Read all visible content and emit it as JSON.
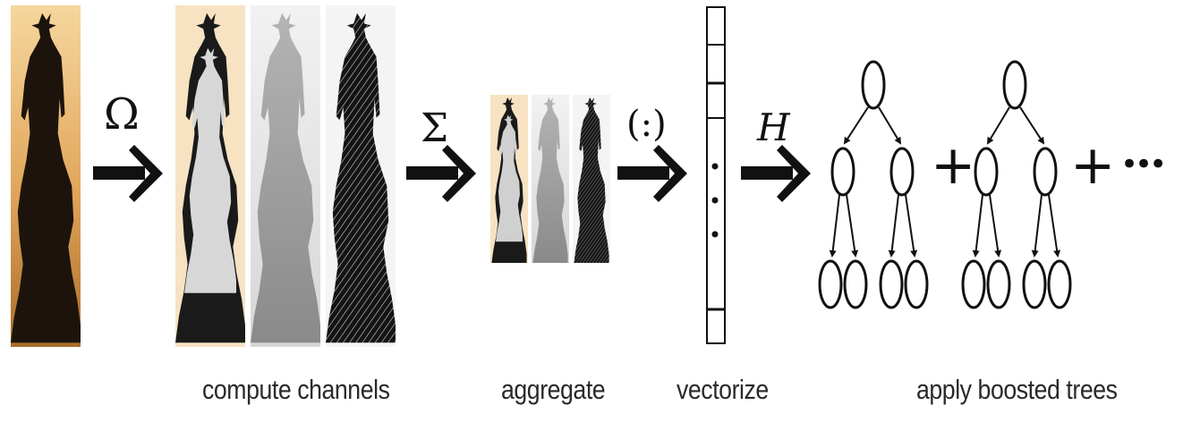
{
  "operators": {
    "omega": "Ω",
    "sigma": "Σ",
    "vectorize_op": "(:)",
    "h": "H"
  },
  "captions": {
    "compute_channels": "compute channels",
    "aggregate": "aggregate",
    "vectorize": "vectorize",
    "apply_boosted_trees": "apply boosted trees"
  },
  "ensemble": {
    "plus": "+",
    "ellipsis": "•••"
  },
  "colors": {
    "sunset_top": "#f4c98a",
    "sunset_bottom": "#b9782e",
    "silhouette": "#1c140c",
    "stroke": "#111111"
  }
}
